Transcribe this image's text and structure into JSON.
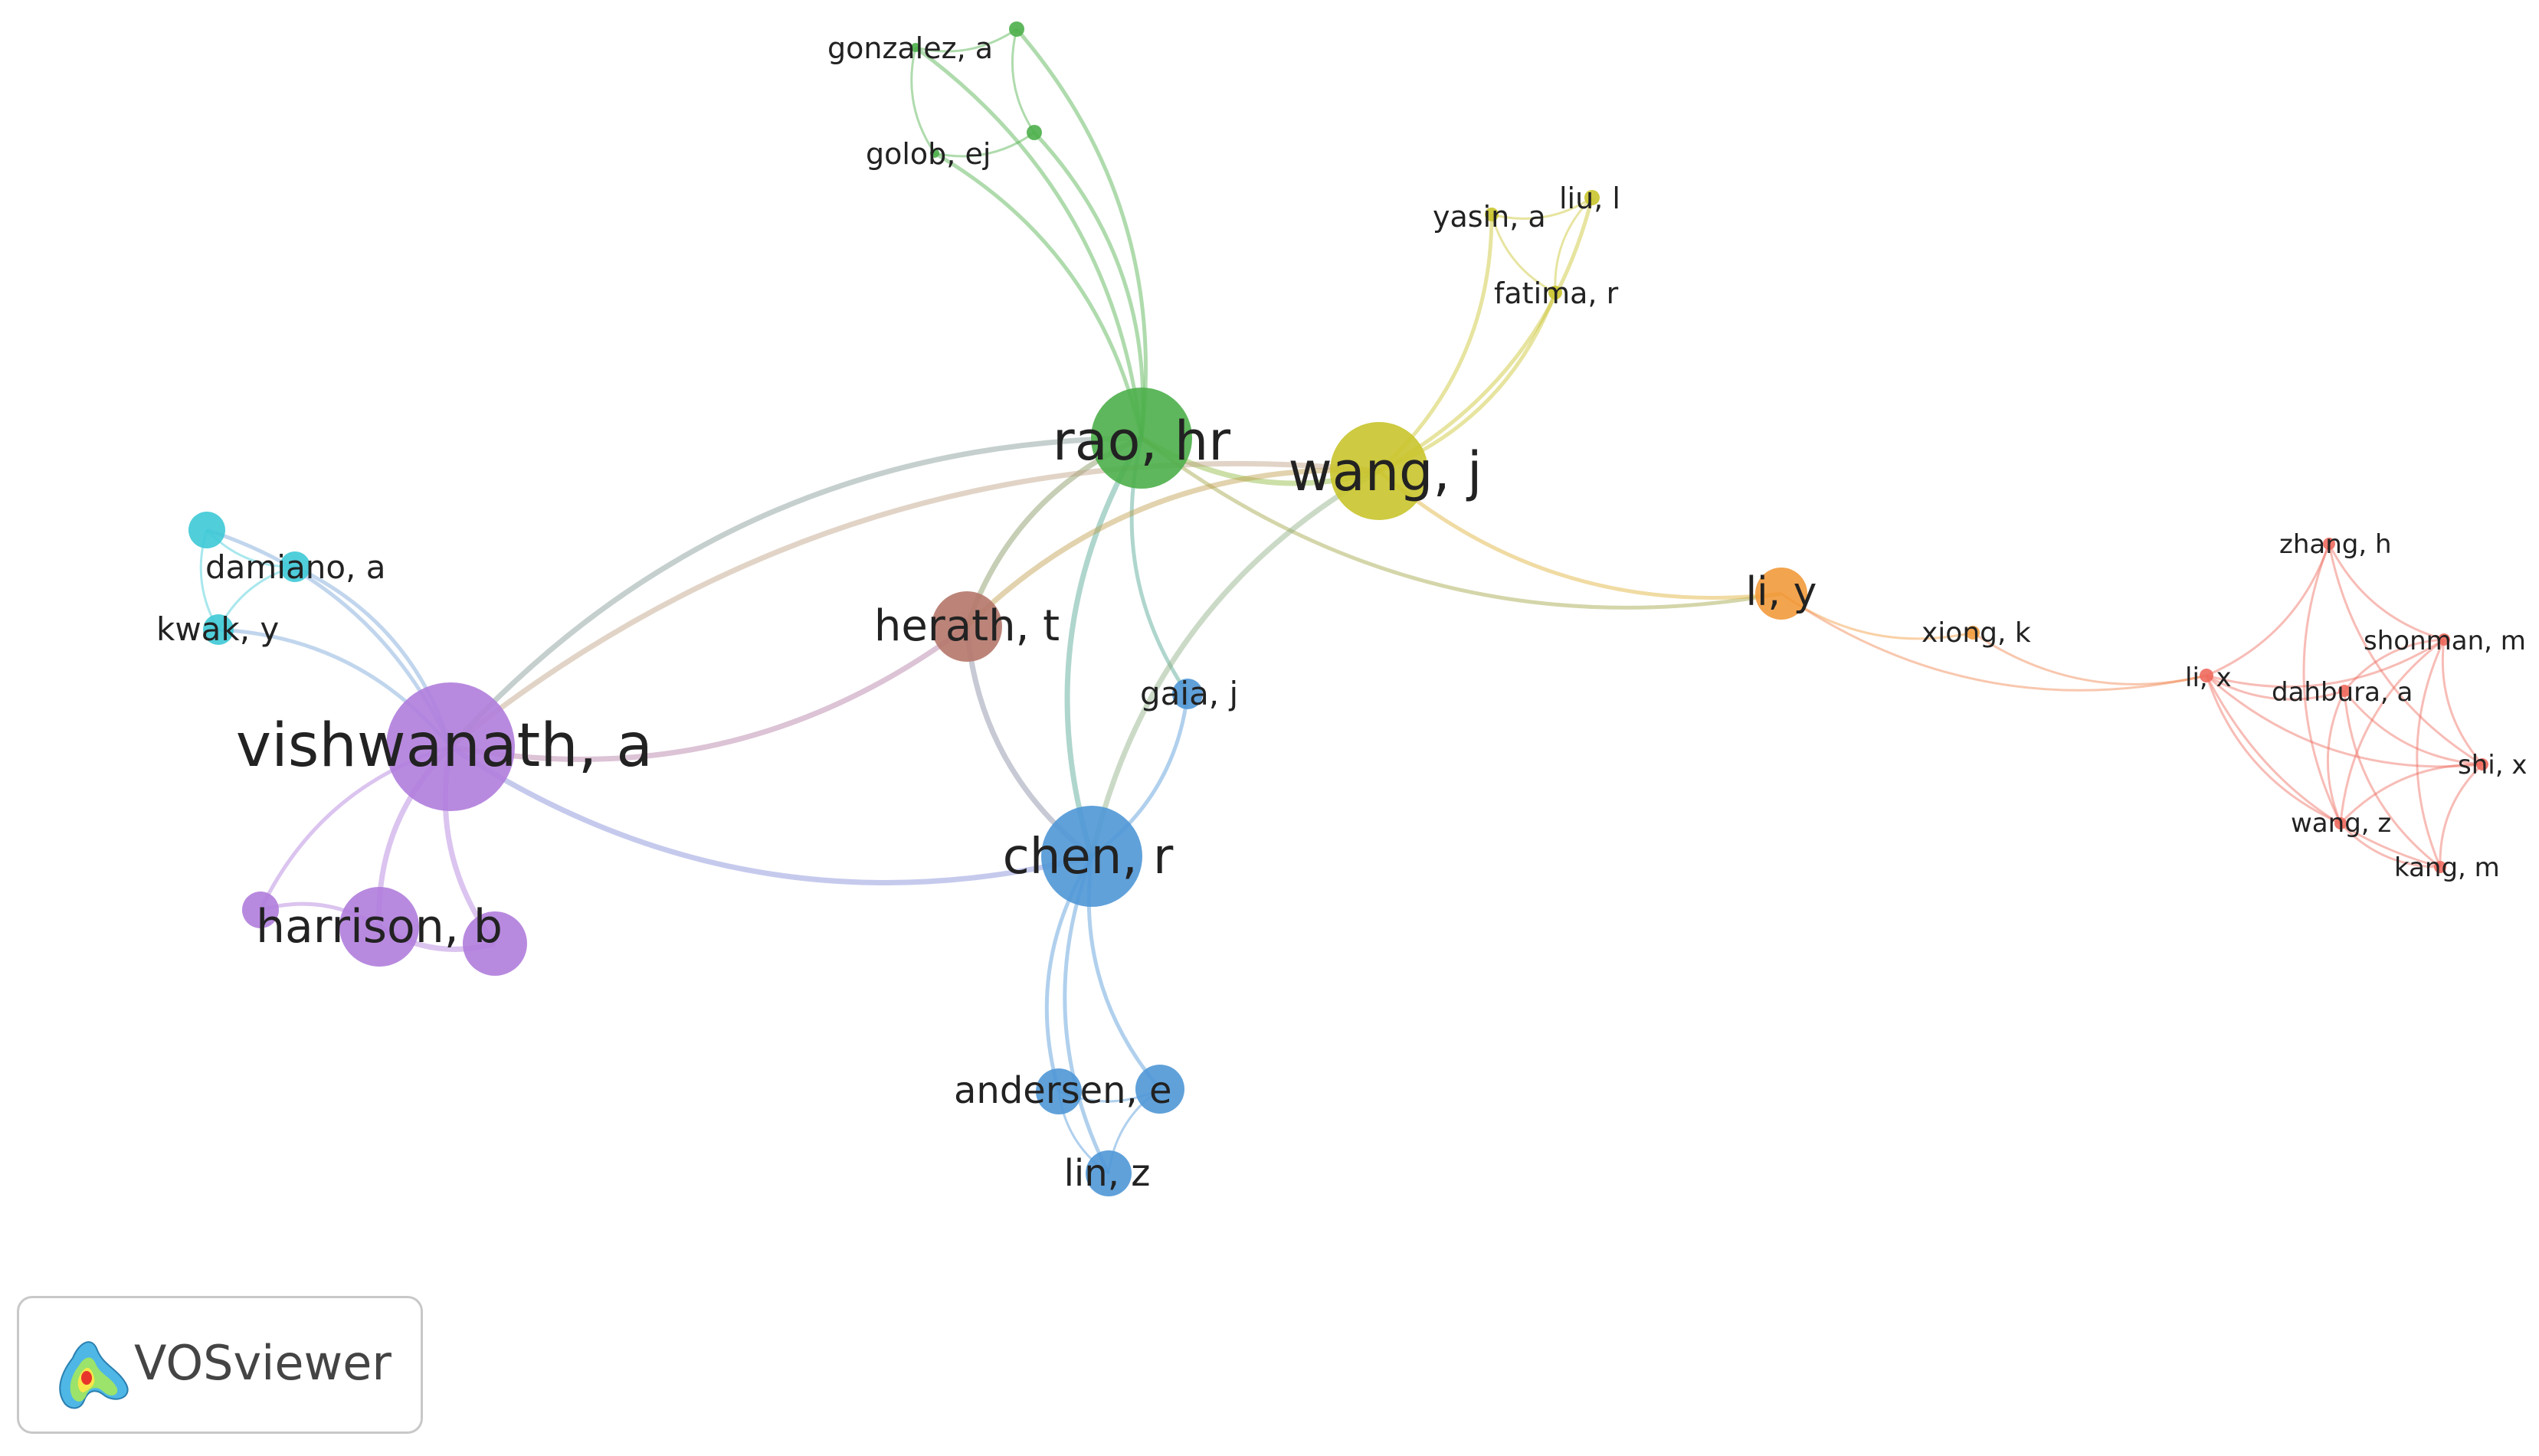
{
  "app": {
    "name": "VOSviewer"
  },
  "clusters": {
    "green": "#4daf4a",
    "yellow": "#c9c42c",
    "cyan": "#3dc9d6",
    "purple": "#b07ddb",
    "brown": "#b5776a",
    "blue": "#4f97d6",
    "orange": "#f29a3b",
    "red": "#ee6a5e"
  },
  "nodes": [
    {
      "id": "rao",
      "label": "rao, hr",
      "cluster": "green"
    },
    {
      "id": "gonzalez",
      "label": "gonzalez, a",
      "cluster": "green"
    },
    {
      "id": "golob",
      "label": "golob, ej",
      "cluster": "green"
    },
    {
      "id": "green3",
      "label": "",
      "cluster": "green"
    },
    {
      "id": "green4",
      "label": "",
      "cluster": "green"
    },
    {
      "id": "wang_j",
      "label": "wang, j",
      "cluster": "yellow"
    },
    {
      "id": "yasin",
      "label": "yasin, a",
      "cluster": "yellow"
    },
    {
      "id": "liu",
      "label": "liu, l",
      "cluster": "yellow"
    },
    {
      "id": "fatima",
      "label": "fatima, r",
      "cluster": "yellow"
    },
    {
      "id": "vishwanath",
      "label": "vishwanath, a",
      "cluster": "purple"
    },
    {
      "id": "harrison",
      "label": "harrison, b",
      "cluster": "purple"
    },
    {
      "id": "purple2",
      "label": "",
      "cluster": "purple"
    },
    {
      "id": "purple3",
      "label": "",
      "cluster": "purple"
    },
    {
      "id": "damiano",
      "label": "damiano, a",
      "cluster": "cyan"
    },
    {
      "id": "kwak",
      "label": "kwak, y",
      "cluster": "cyan"
    },
    {
      "id": "cyan3",
      "label": "",
      "cluster": "cyan"
    },
    {
      "id": "herath",
      "label": "herath, t",
      "cluster": "brown"
    },
    {
      "id": "chen",
      "label": "chen, r",
      "cluster": "blue"
    },
    {
      "id": "gaia",
      "label": "gaia, j",
      "cluster": "blue"
    },
    {
      "id": "andersen",
      "label": "andersen, e",
      "cluster": "blue"
    },
    {
      "id": "blue4",
      "label": "",
      "cluster": "blue"
    },
    {
      "id": "lin",
      "label": "lin, z",
      "cluster": "blue"
    },
    {
      "id": "li_y",
      "label": "li, y",
      "cluster": "orange"
    },
    {
      "id": "xiong",
      "label": "xiong, k",
      "cluster": "orange"
    },
    {
      "id": "li_x",
      "label": "li, x",
      "cluster": "red"
    },
    {
      "id": "zhang",
      "label": "zhang, h",
      "cluster": "red"
    },
    {
      "id": "shonman",
      "label": "shonman, m",
      "cluster": "red"
    },
    {
      "id": "dahbura",
      "label": "dahbura, a",
      "cluster": "red"
    },
    {
      "id": "shi",
      "label": "shi, x",
      "cluster": "red"
    },
    {
      "id": "wang_z",
      "label": "wang, z",
      "cluster": "red"
    },
    {
      "id": "kang",
      "label": "kang, m",
      "cluster": "red"
    }
  ],
  "links": [
    [
      "rao",
      "gonzalez"
    ],
    [
      "rao",
      "golob"
    ],
    [
      "rao",
      "green3"
    ],
    [
      "rao",
      "green4"
    ],
    [
      "gonzalez",
      "golob"
    ],
    [
      "gonzalez",
      "green3"
    ],
    [
      "golob",
      "green4"
    ],
    [
      "green3",
      "green4"
    ],
    [
      "rao",
      "wang_j"
    ],
    [
      "rao",
      "vishwanath"
    ],
    [
      "rao",
      "herath"
    ],
    [
      "rao",
      "chen"
    ],
    [
      "rao",
      "gaia"
    ],
    [
      "rao",
      "li_y"
    ],
    [
      "wang_j",
      "yasin"
    ],
    [
      "wang_j",
      "liu"
    ],
    [
      "wang_j",
      "fatima"
    ],
    [
      "yasin",
      "liu"
    ],
    [
      "yasin",
      "fatima"
    ],
    [
      "liu",
      "fatima"
    ],
    [
      "wang_j",
      "herath"
    ],
    [
      "wang_j",
      "chen"
    ],
    [
      "wang_j",
      "li_y"
    ],
    [
      "wang_j",
      "vishwanath"
    ],
    [
      "vishwanath",
      "damiano"
    ],
    [
      "vishwanath",
      "kwak"
    ],
    [
      "vishwanath",
      "cyan3"
    ],
    [
      "damiano",
      "kwak"
    ],
    [
      "cyan3",
      "kwak"
    ],
    [
      "cyan3",
      "damiano"
    ],
    [
      "vishwanath",
      "harrison"
    ],
    [
      "vishwanath",
      "purple2"
    ],
    [
      "vishwanath",
      "purple3"
    ],
    [
      "harrison",
      "purple2"
    ],
    [
      "harrison",
      "purple3"
    ],
    [
      "vishwanath",
      "herath"
    ],
    [
      "vishwanath",
      "chen"
    ],
    [
      "herath",
      "chen"
    ],
    [
      "chen",
      "gaia"
    ],
    [
      "chen",
      "andersen"
    ],
    [
      "chen",
      "blue4"
    ],
    [
      "chen",
      "lin"
    ],
    [
      "andersen",
      "blue4"
    ],
    [
      "andersen",
      "lin"
    ],
    [
      "blue4",
      "lin"
    ],
    [
      "li_y",
      "xiong"
    ],
    [
      "li_y",
      "li_x"
    ],
    [
      "xiong",
      "li_x"
    ],
    [
      "li_x",
      "zhang"
    ],
    [
      "li_x",
      "shonman"
    ],
    [
      "li_x",
      "dahbura"
    ],
    [
      "li_x",
      "shi"
    ],
    [
      "li_x",
      "wang_z"
    ],
    [
      "li_x",
      "kang"
    ],
    [
      "zhang",
      "shonman"
    ],
    [
      "zhang",
      "shi"
    ],
    [
      "zhang",
      "wang_z"
    ],
    [
      "shonman",
      "dahbura"
    ],
    [
      "shonman",
      "shi"
    ],
    [
      "shonman",
      "kang"
    ],
    [
      "shonman",
      "wang_z"
    ],
    [
      "dahbura",
      "shi"
    ],
    [
      "dahbura",
      "wang_z"
    ],
    [
      "dahbura",
      "kang"
    ],
    [
      "shi",
      "wang_z"
    ],
    [
      "shi",
      "kang"
    ],
    [
      "wang_z",
      "kang"
    ]
  ]
}
